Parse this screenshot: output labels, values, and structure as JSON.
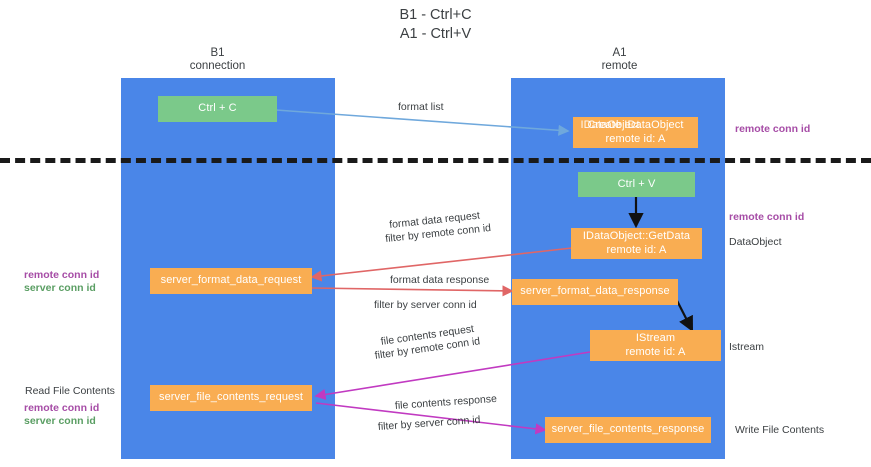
{
  "title": {
    "line1": "B1 - Ctrl+C",
    "line2": "A1 - Ctrl+V"
  },
  "columns": [
    {
      "name": "B1",
      "sub": "connection"
    },
    {
      "name": "A1",
      "sub": "remote"
    }
  ],
  "colors": {
    "lane": "#4a86e8",
    "green_box": "#7bc98a",
    "orange_box": "#f9ad52",
    "divider": "#1a1a1a",
    "arrow_blue": "#6fa8dc",
    "arrow_red": "#e06666",
    "arrow_magenta": "#c13ac1",
    "arrow_black": "#1a1a1a",
    "text_purple": "#a64ca6",
    "text_green": "#5a9e63",
    "text_default": "#3c4043"
  },
  "boxes": {
    "ctrl_c": {
      "label": "Ctrl + C",
      "color": "green"
    },
    "create_idataobject": {
      "line1": "Create IDataObject",
      "line1_overlay": "IDataObject",
      "line2": "remote id: A",
      "color": "orange"
    },
    "ctrl_v": {
      "label": "Ctrl + V",
      "color": "green"
    },
    "getdata": {
      "line1": "IDataObject::GetData",
      "line2": "remote id: A",
      "color": "orange"
    },
    "server_format_data_request": {
      "label": "server_format_data_request",
      "color": "orange"
    },
    "server_format_data_response": {
      "label": "server_format_data_response",
      "color": "orange"
    },
    "istream": {
      "line1": "IStream",
      "line2": "remote id: A",
      "color": "orange"
    },
    "server_file_contents_request": {
      "label": "server_file_contents_request",
      "color": "orange"
    },
    "server_file_contents_response": {
      "label": "server_file_contents_response",
      "color": "orange"
    }
  },
  "edge_labels": {
    "format_list": "format list",
    "format_data_request": "format data request",
    "format_data_request_filter_prefix": "filter by ",
    "format_data_request_filter_key": "remote conn id",
    "format_data_response": "format data response",
    "format_data_response_filter_prefix": "filter by ",
    "format_data_response_filter_key": "server conn id",
    "file_contents_request": "file contents request",
    "file_contents_request_filter_prefix": "filter by ",
    "file_contents_request_filter_key": "remote conn id",
    "file_contents_response": "file contents response",
    "file_contents_response_filter_prefix": "filter by ",
    "file_contents_response_filter_key": "server conn id"
  },
  "side_labels": {
    "right_top_remote_conn_id": "remote conn id",
    "right_mid_remote_conn_id": "remote conn id",
    "right_dataobject": "DataObject",
    "right_istream": "Istream",
    "right_write_file_contents": "Write File Contents",
    "left_remote_conn_id": "remote conn id",
    "left_server_conn_id": "server conn id",
    "left_read_file_contents": "Read File Contents",
    "left_bottom_remote_conn_id": "remote conn id",
    "left_bottom_server_conn_id": "server conn id"
  }
}
